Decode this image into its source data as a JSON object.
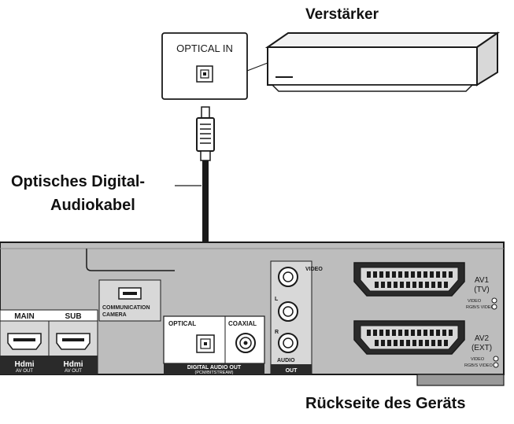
{
  "labels": {
    "amplifier": "Verstärker",
    "cable_line1": "Optisches Digital-",
    "cable_line2": "Audiokabel",
    "rear_panel": "Rückseite des Geräts"
  },
  "callout": {
    "optical_in": "OPTICAL IN"
  },
  "panel": {
    "hdmi_main": "MAIN",
    "hdmi_sub": "SUB",
    "hdmi_logo": "Hdmi",
    "av_out": "AV OUT",
    "comm_line1": "COMMUNICATION",
    "comm_line2": "CAMERA",
    "optical": "OPTICAL",
    "coaxial": "COAXIAL",
    "digital_out_line1": "DIGITAL AUDIO OUT",
    "digital_out_line2": "(PCM/BITSTREAM)",
    "video": "VIDEO",
    "left": "L",
    "right": "R",
    "audio": "AUDIO",
    "out": "OUT",
    "av1_line1": "AV1",
    "av1_line2": "(TV)",
    "av2_line1": "AV2",
    "av2_line2": "(EXT)",
    "scart_video": "VIDEO",
    "scart_rgb": "RGB/S VIDEO"
  },
  "colors": {
    "line": "#1a1a1a",
    "panel": "#bdbdbd",
    "panel_dark": "#9a9a9a",
    "white": "#ffffff"
  }
}
